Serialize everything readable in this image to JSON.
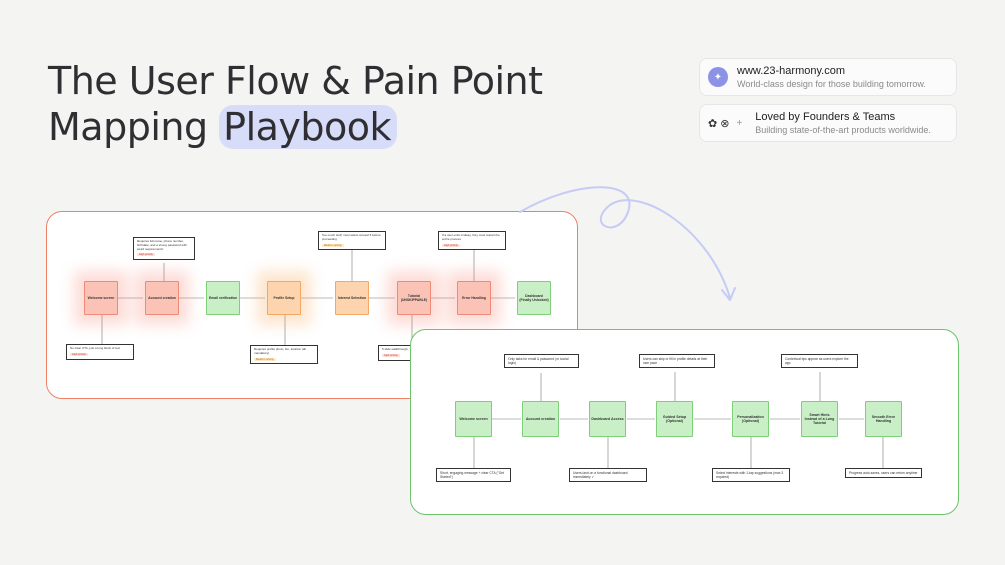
{
  "headline": {
    "line1": "The User Flow & Pain Point",
    "line2_prefix": "Mapping ",
    "line2_highlight": "Playbook"
  },
  "badges": [
    {
      "title": "www.23-harmony.com",
      "subtitle": "World-class design for those building tomorrow.",
      "icon": "harmony-logo-icon"
    },
    {
      "title": "Loved by Founders & Teams",
      "subtitle": "Building state-of-the-art products worldwide.",
      "icons": [
        "paw-logo-icon",
        "x-logo-icon",
        "plus-icon"
      ]
    }
  ],
  "current_flow": {
    "nodes": [
      {
        "label": "Welcome screen",
        "status": "red"
      },
      {
        "label": "Account creation",
        "status": "red"
      },
      {
        "label": "Email verification",
        "status": "green"
      },
      {
        "label": "Profile Setup",
        "status": "orange"
      },
      {
        "label": "Interest Selection",
        "status": "orange"
      },
      {
        "label": "Tutorial (UNSKIPPABLE)",
        "status": "red"
      },
      {
        "label": "Error Handling",
        "status": "red"
      },
      {
        "label": "Dashboard (Finally Unlocked)",
        "status": "green"
      }
    ],
    "notes": {
      "top_account": {
        "text": "Requires full name, phone number, birthdate, and a strong password with weird requirements!",
        "tag": "High priority"
      },
      "top_interest": {
        "text": "Too much stuff; must select at least 5 before proceeding",
        "tag": "Medium priority"
      },
      "top_error": {
        "text": "If a user exits midway, they must restart the entire process",
        "tag": "High priority"
      },
      "bottom_welcome": {
        "text": "No clear CTA, just a long block of text",
        "tag": "High priority"
      },
      "bottom_profile": {
        "text": "Requires profile photo, bio, location (all mandatory)",
        "tag": "Medium priority"
      },
      "bottom_tutorial": {
        "text": "5 slide walkthrough",
        "tag": "High priority"
      }
    }
  },
  "improved_flow": {
    "nodes": [
      {
        "label": "Welcome screen"
      },
      {
        "label": "Account creation"
      },
      {
        "label": "Dashboard Access"
      },
      {
        "label": "Guided Setup (Optional)"
      },
      {
        "label": "Personalization (Optional)"
      },
      {
        "label": "Smart Hints Instead of a Long Tutorial"
      },
      {
        "label": "Smooth Error Handling"
      }
    ],
    "notes": {
      "top_account": "Only asks for email & password (or social login)",
      "top_guided": "Users can skip or fill in profile details at their own pace",
      "top_hints": "Contextual tips appear as users explore the app",
      "bottom_welcome": "Short, engaging message + clear CTA (\"Get Started\")",
      "bottom_dashboard": "Users land on a functional dashboard immediately ✓",
      "bottom_personal": "Select interests with 1-tap suggestions (max 3 required)",
      "bottom_error": "Progress auto-saves, users can return anytime"
    }
  }
}
